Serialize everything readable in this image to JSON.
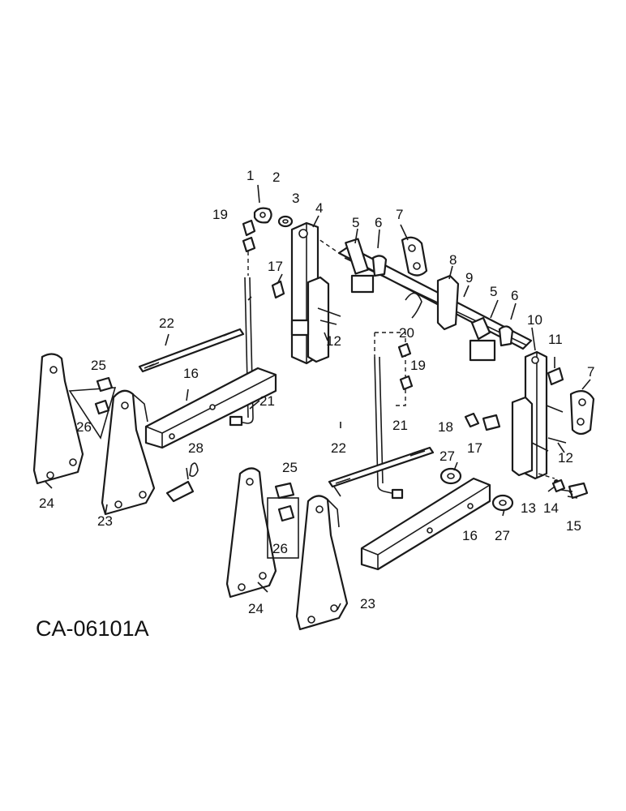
{
  "drawing_code": "CA-06101A",
  "callouts": [
    "1",
    "2",
    "3",
    "4",
    "5",
    "6",
    "7",
    "8",
    "9",
    "5",
    "6",
    "10",
    "11",
    "7",
    "12",
    "17",
    "19",
    "20",
    "22",
    "25",
    "16",
    "21",
    "19",
    "26",
    "18",
    "17",
    "24",
    "23",
    "28",
    "22",
    "27",
    "21",
    "12",
    "13",
    "14",
    "15",
    "25",
    "16",
    "27",
    "26",
    "24",
    "23"
  ]
}
